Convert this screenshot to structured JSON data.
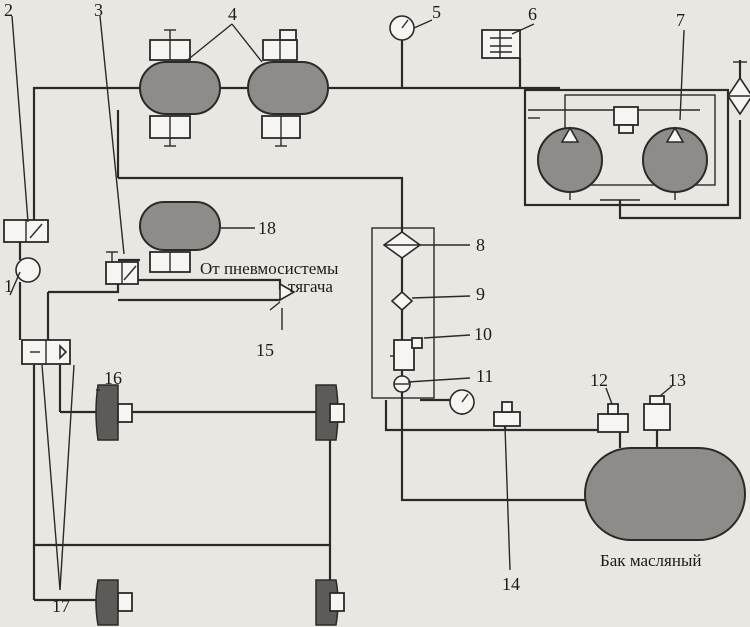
{
  "callouts": [
    "1",
    "2",
    "3",
    "4",
    "5",
    "6",
    "7",
    "8",
    "9",
    "10",
    "11",
    "12",
    "13",
    "14",
    "15",
    "16",
    "17",
    "18"
  ],
  "labels": {
    "source_line1": "От пневмосистемы",
    "source_line2": "тягача",
    "oil_tank": "Бак масляный"
  }
}
